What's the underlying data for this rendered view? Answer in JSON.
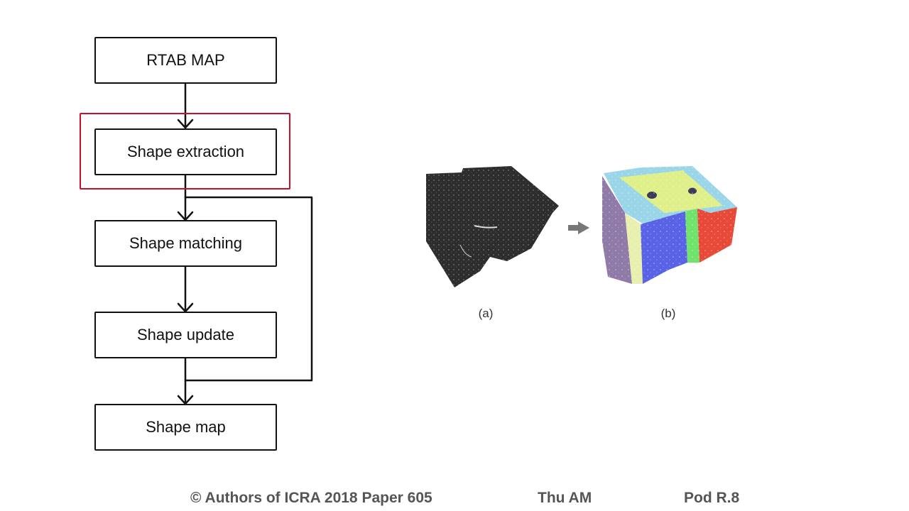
{
  "flowchart": {
    "boxes": {
      "rtab_map": "RTAB MAP",
      "shape_extraction": "Shape extraction",
      "shape_matching": "Shape matching",
      "shape_update": "Shape update",
      "shape_map": "Shape map"
    },
    "highlight_color": "#c8102e"
  },
  "figure": {
    "caption_a": "(a)",
    "caption_b": "(b)",
    "segment_colors": [
      "#8f7aa8",
      "#5a63e6",
      "#9ad6e8",
      "#dff08a",
      "#e84a3a",
      "#6fe36b"
    ]
  },
  "footer": {
    "authors": "© Authors of ICRA 2018 Paper 605",
    "session": "Thu AM",
    "pod": "Pod R.8"
  }
}
